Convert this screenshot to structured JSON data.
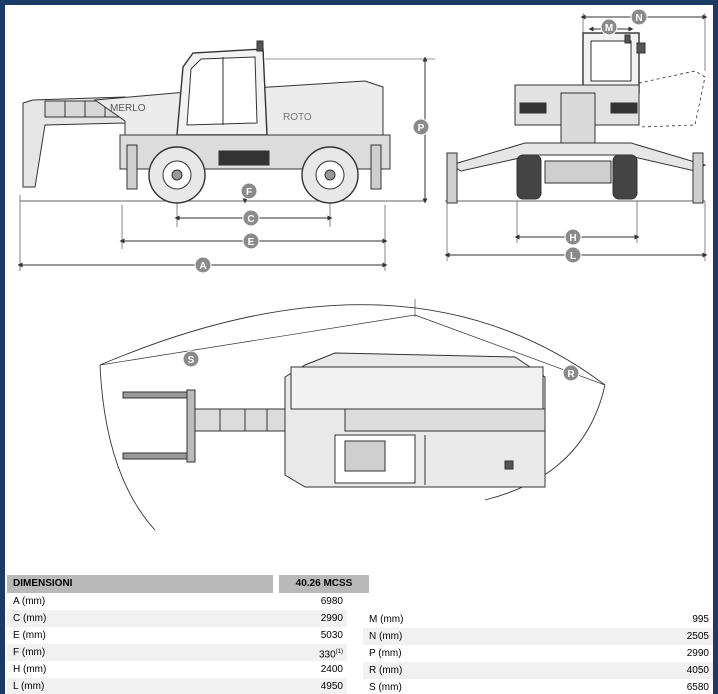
{
  "table": {
    "header_label": "DIMENSIONI",
    "model": "40.26 MCSS",
    "left_rows": [
      {
        "label": "A (mm)",
        "value": "6980",
        "note": ""
      },
      {
        "label": "C (mm)",
        "value": "2990",
        "note": ""
      },
      {
        "label": "E (mm)",
        "value": "5030",
        "note": ""
      },
      {
        "label": "F (mm)",
        "value": "330",
        "note": "(1)"
      },
      {
        "label": "H (mm)",
        "value": "2400",
        "note": ""
      },
      {
        "label": "L (mm)",
        "value": "4950",
        "note": ""
      }
    ],
    "right_rows": [
      {
        "label": "M (mm)",
        "value": "995"
      },
      {
        "label": "N (mm)",
        "value": "2505"
      },
      {
        "label": "P (mm)",
        "value": "2990"
      },
      {
        "label": "R (mm)",
        "value": "4050"
      },
      {
        "label": "S (mm)",
        "value": "6580"
      }
    ]
  },
  "drawing": {
    "brand_text": "MERLO",
    "model_text": "ROTO",
    "dimension_markers": [
      "A",
      "C",
      "E",
      "F",
      "H",
      "L",
      "M",
      "N",
      "P",
      "R",
      "S"
    ],
    "marker_color": "#8a8a8a"
  }
}
